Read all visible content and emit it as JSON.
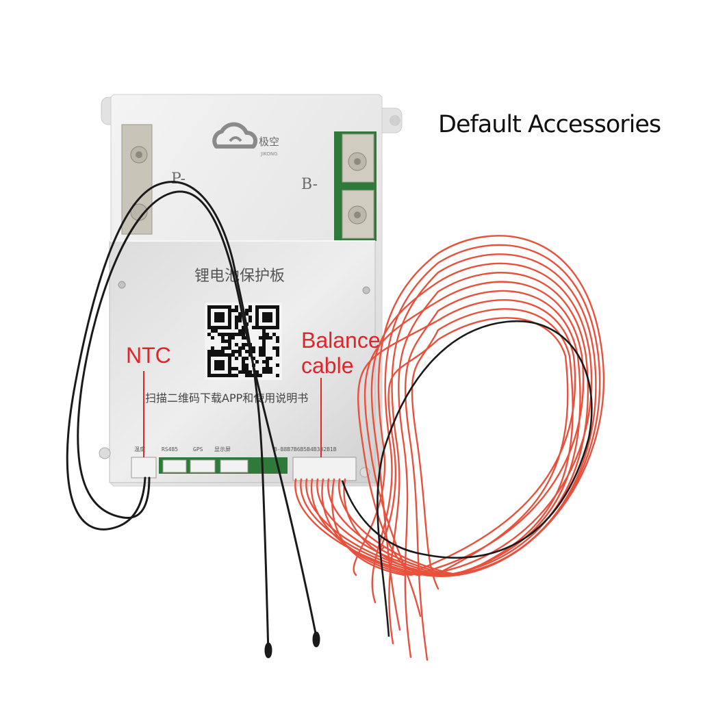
{
  "title": "Default Accessories",
  "board": {
    "logo_cn": "极空",
    "logo_en": "JIKONG",
    "terminal_p": "P-",
    "terminal_b": "B-",
    "heading_cn": "锂电池保护板",
    "scan_text_cn": "扫描二维码下载APP和使用说明书",
    "port_labels": [
      "温度",
      "RS485",
      "GPS",
      "显示屏",
      "B-B8B7B6B5B4B3B2B1B"
    ]
  },
  "callouts": {
    "ntc": "NTC",
    "balance_line1": "Balance",
    "balance_line2": "cable"
  },
  "colors": {
    "callout": "#e0242a",
    "wire_red": "#e8503c",
    "wire_black": "#1a1a1a",
    "board": "#ececec",
    "pcb_green": "#2f7a3a"
  },
  "icons": [
    "cloud-logo-icon",
    "qr-code-icon"
  ]
}
